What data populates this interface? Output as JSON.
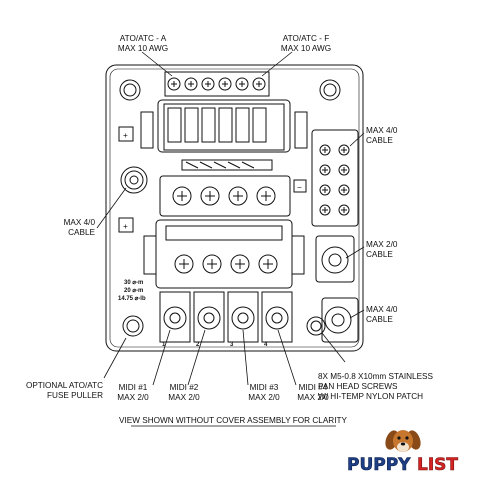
{
  "labels": {
    "ato_a": [
      "ATO/ATC - A",
      "MAX 10 AWG"
    ],
    "ato_f": [
      "ATO/ATC - F",
      "MAX 10 AWG"
    ],
    "max40_top": [
      "MAX 4/0",
      "CABLE"
    ],
    "max40_left": [
      "MAX 4/0",
      "CABLE"
    ],
    "max20_right": [
      "MAX 2/0",
      "CABLE"
    ],
    "max40_bottom": [
      "MAX 4/0",
      "CABLE"
    ],
    "screws": [
      "8X M5-0.8 X10mm STAINLESS",
      "PAN HEAD SCREWS",
      "W/ HI-TEMP NYLON PATCH"
    ],
    "puller": [
      "OPTIONAL ATO/ATC",
      "FUSE PULLER"
    ],
    "midi1": [
      "MIDI #1",
      "MAX 2/0"
    ],
    "midi2": [
      "MIDI #2",
      "MAX 2/0"
    ],
    "midi3": [
      "MIDI #3",
      "MAX 2/0"
    ],
    "midi4": [
      "MIDI #4",
      "MAX 2/0"
    ]
  },
  "caption": "VIEW SHOWN WITHOUT COVER ASSEMBLY FOR CLARITY",
  "body_marks": {
    "plus_symbol": "+",
    "minus_symbol": "−",
    "rating": [
      "30 ⌀-m",
      "20 ⌀-m",
      "14.75 ⌀-lb"
    ],
    "position_numbers": [
      "1",
      "2",
      "3",
      "4"
    ]
  },
  "logo": {
    "text_left": "PUPPY",
    "text_right": "LIST",
    "icon": "dog-icon"
  },
  "colors": {
    "line": "#111111",
    "logo_blue": "#1e3f86",
    "logo_red": "#d42323",
    "dog_orange": "#c7762e"
  }
}
